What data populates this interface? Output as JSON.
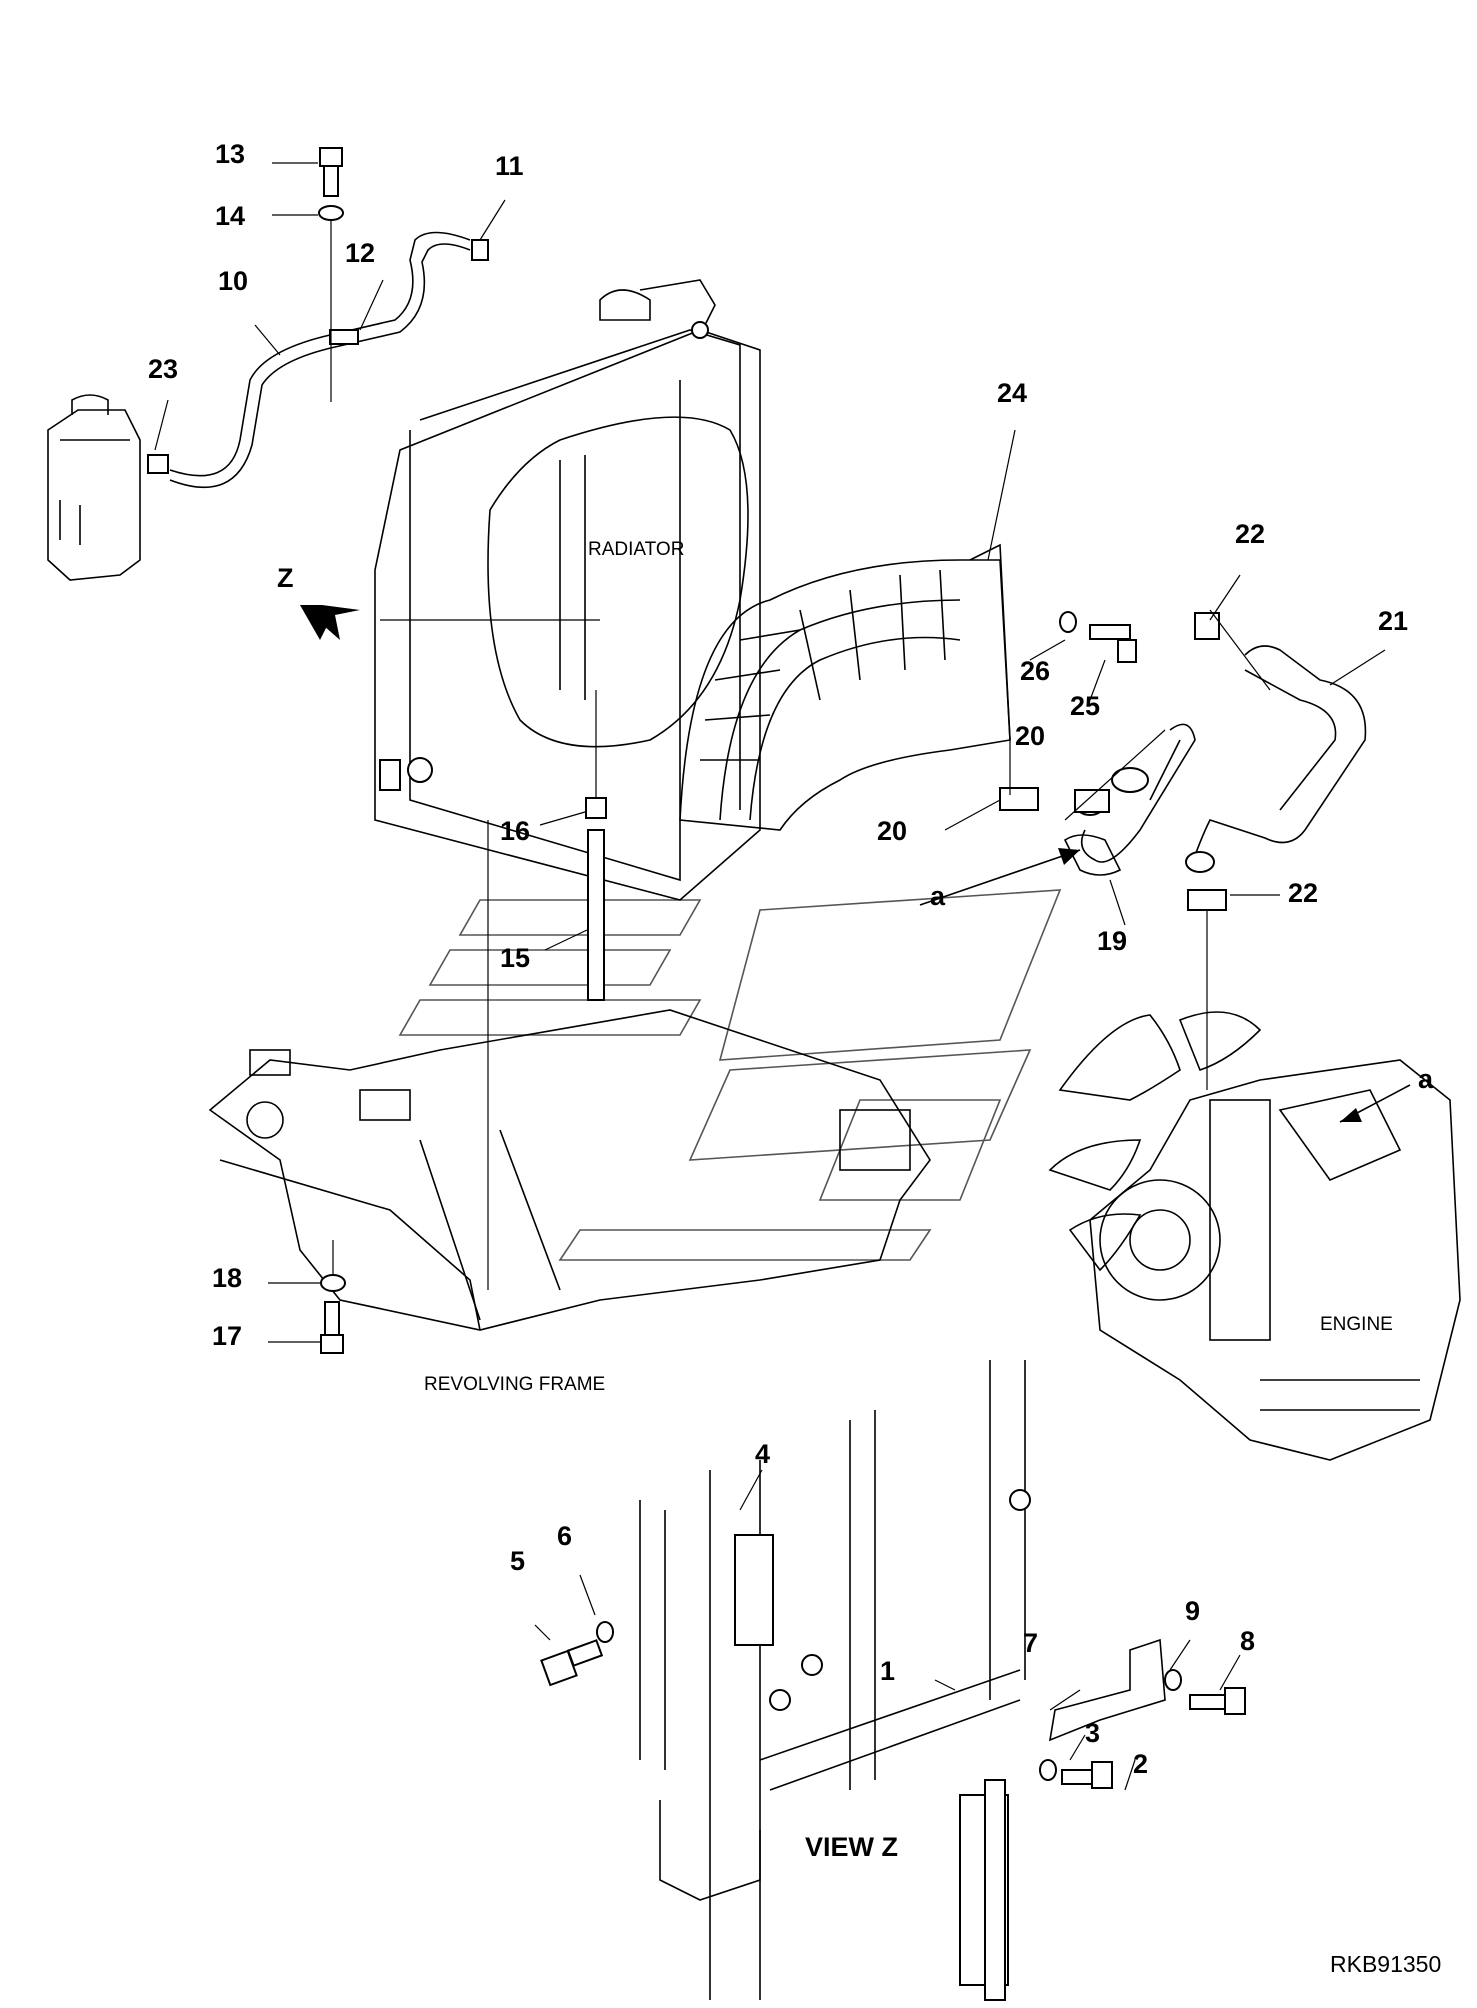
{
  "labels": {
    "radiator": "RADIATOR",
    "engine": "ENGINE",
    "revolving_frame": "REVOLVING FRAME",
    "view_z": "VIEW Z",
    "view_marker": "Z",
    "arrow_a1": "a",
    "arrow_a2": "a",
    "drawing_number": "RKB91350"
  },
  "callouts": {
    "c1": "1",
    "c2": "2",
    "c3": "3",
    "c4": "4",
    "c5": "5",
    "c6": "6",
    "c7": "7",
    "c8": "8",
    "c9": "9",
    "c10": "10",
    "c11": "11",
    "c12": "12",
    "c13": "13",
    "c14": "14",
    "c15": "15",
    "c16": "16",
    "c17": "17",
    "c18": "18",
    "c19": "19",
    "c20a": "20",
    "c20b": "20",
    "c21": "21",
    "c22a": "22",
    "c22b": "22",
    "c23": "23",
    "c24": "24",
    "c25": "25",
    "c26": "26"
  }
}
